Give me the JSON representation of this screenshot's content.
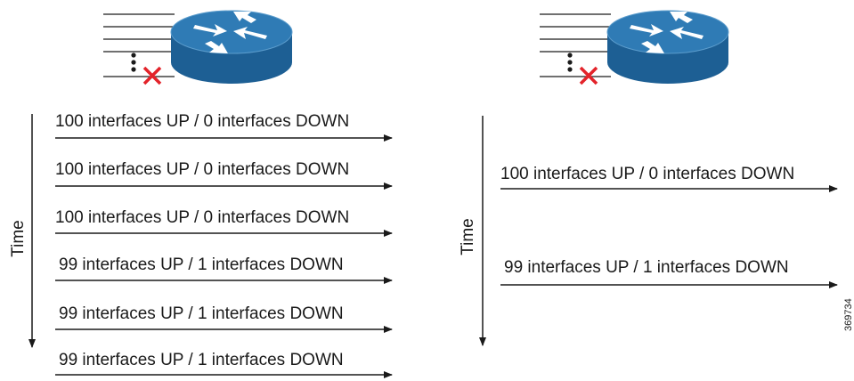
{
  "panels": [
    {
      "time_label": "Time",
      "messages": [
        "100 interfaces UP / 0 interfaces DOWN",
        "100 interfaces UP / 0 interfaces DOWN",
        "100 interfaces UP / 0 interfaces DOWN",
        "99 interfaces UP / 1 interfaces DOWN",
        "99 interfaces UP / 1 interfaces DOWN",
        "99 interfaces UP / 1 interfaces DOWN"
      ]
    },
    {
      "time_label": "Time",
      "messages": [
        "100 interfaces UP / 0 interfaces DOWN",
        "99 interfaces UP / 1 interfaces DOWN"
      ]
    }
  ],
  "figure_id": "369734",
  "icons": {
    "router": "router-icon",
    "failed_link": "red-x-icon"
  },
  "colors": {
    "router_top": "#2f7bb5",
    "router_side": "#1d5f94",
    "arrow_white": "#ffffff",
    "failure_red": "#e3232a",
    "line": "#1a1a1a"
  }
}
